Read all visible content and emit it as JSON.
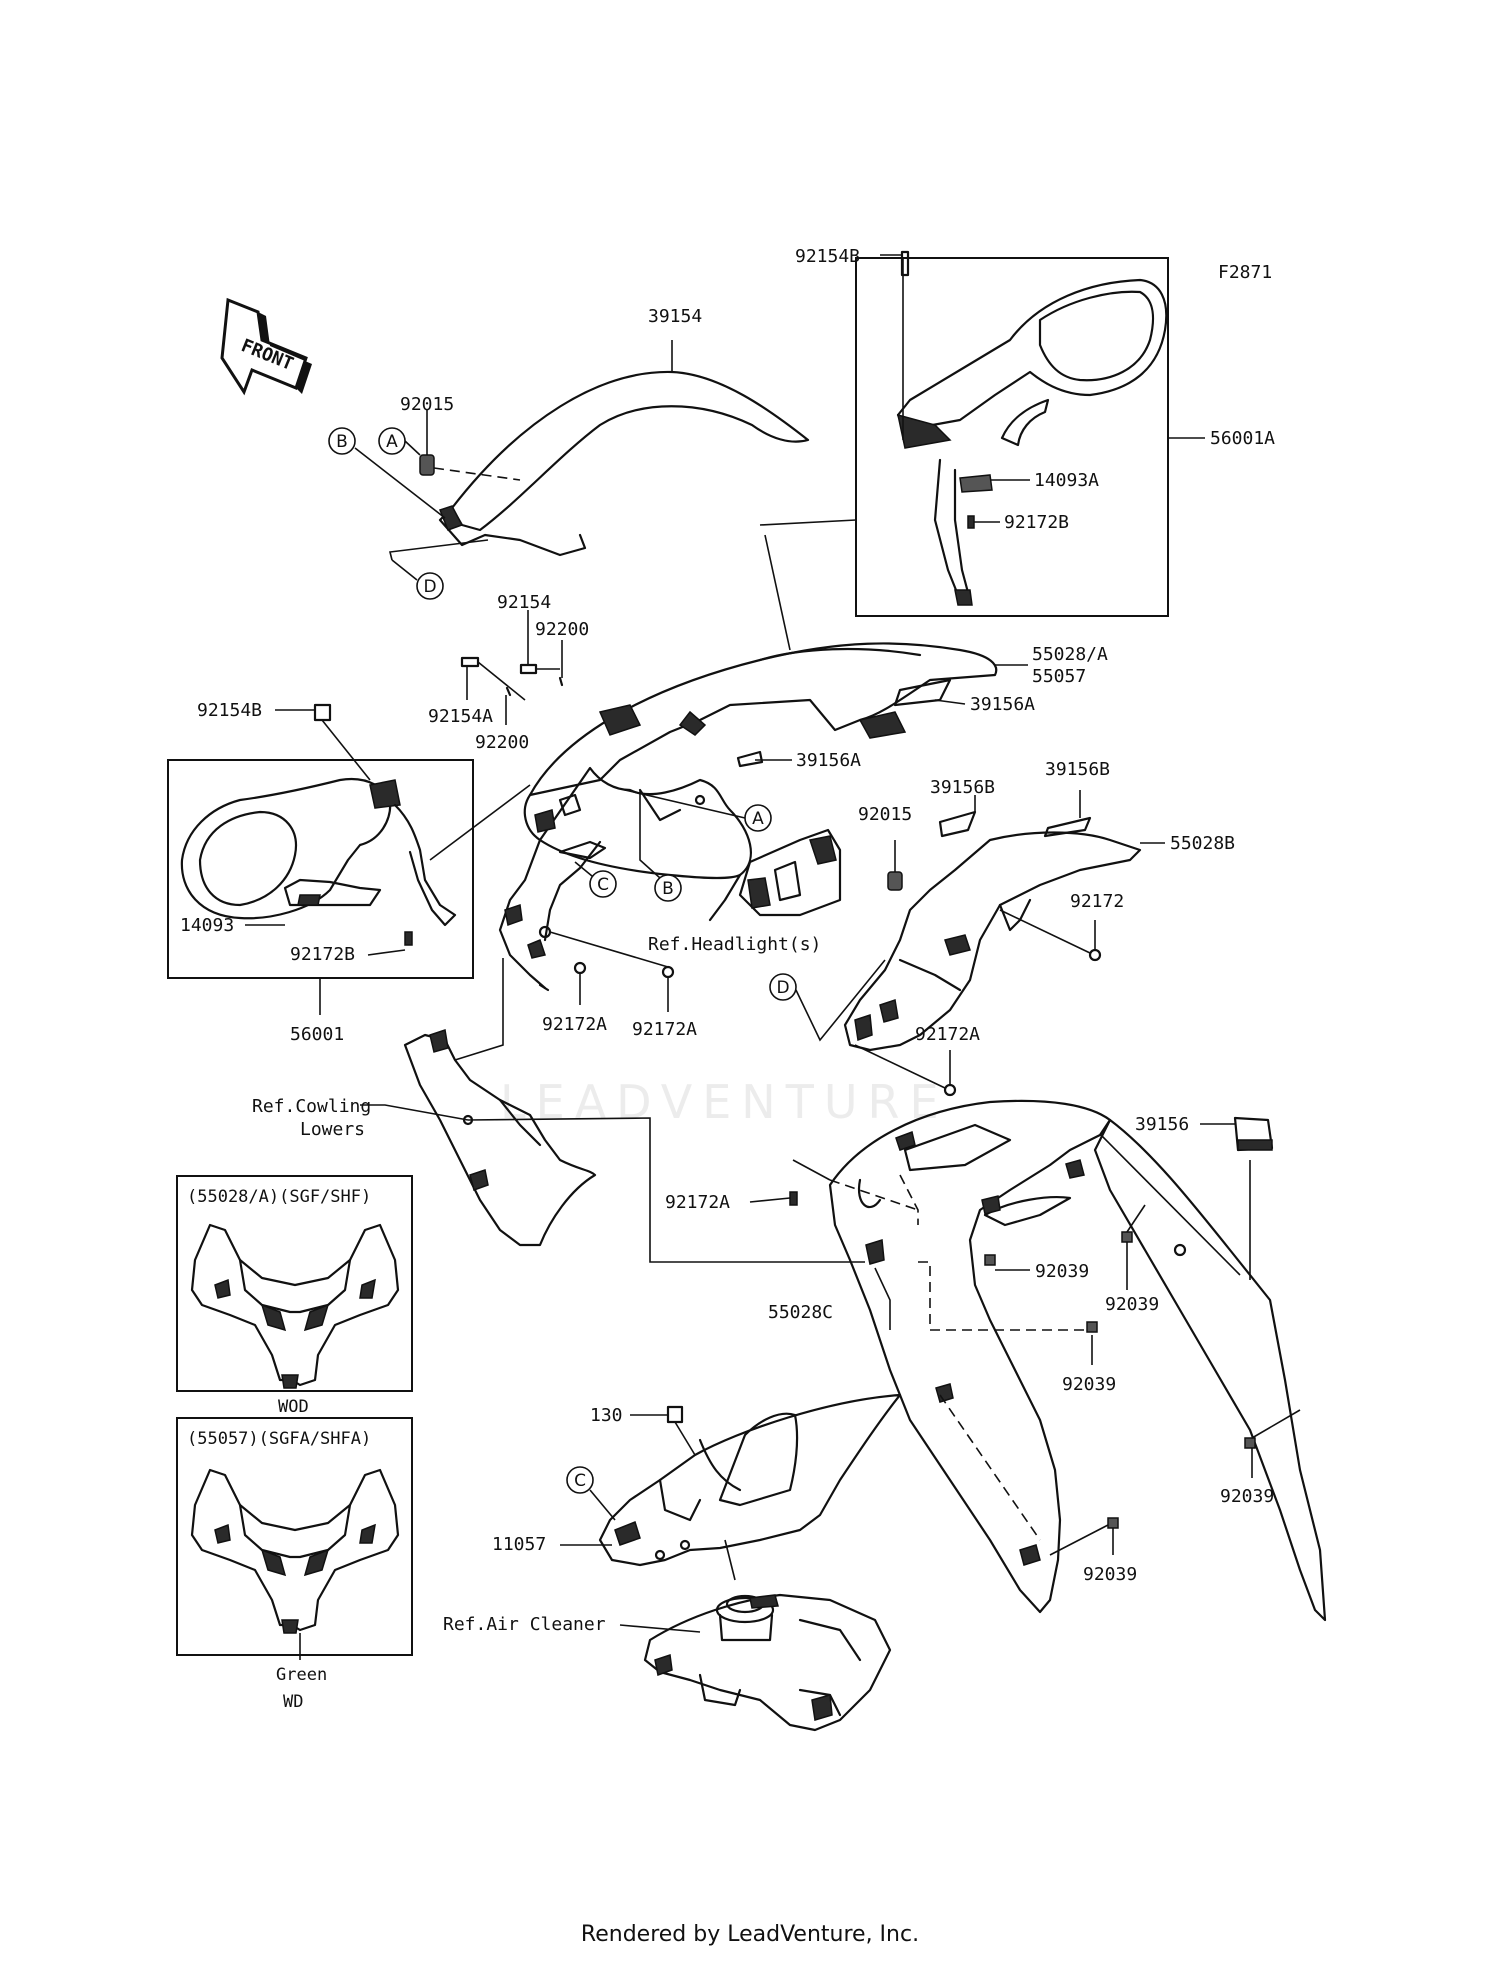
{
  "diagram": {
    "figure_code": "F2871",
    "front_arrow": "FRONT",
    "watermark": "LEADVENTURE",
    "footer": "Rendered by LeadVenture, Inc.",
    "callouts": [
      "A",
      "B",
      "C",
      "D"
    ],
    "labels": {
      "p39154": "39154",
      "p92015_left": "92015",
      "p92154B_top": "92154B",
      "p56001A": "56001A",
      "p14093A": "14093A",
      "p92172B_top": "92172B",
      "p92154": "92154",
      "p92200_top": "92200",
      "p55028A": "55028/A",
      "p55057": "55057",
      "p39156A_1": "39156A",
      "p39156A_2": "39156A",
      "p92154A": "92154A",
      "p92200_low": "92200",
      "p92154B_left": "92154B",
      "p14093": "14093",
      "p92172B_left": "92172B",
      "p56001": "56001",
      "p39156B_1": "39156B",
      "p39156B_2": "39156B",
      "p92015_right": "92015",
      "p55028B": "55028B",
      "p92172": "92172",
      "ref_headlight": "Ref.Headlight(s)",
      "p92172A_1": "92172A",
      "p92172A_2": "92172A",
      "p92172A_3": "92172A",
      "p92172A_4": "92172A",
      "ref_cowling_1": "Ref.Cowling",
      "ref_cowling_2": "Lowers",
      "p39156": "39156",
      "p92039_1": "92039",
      "p92039_2": "92039",
      "p92039_3": "92039",
      "p92039_4": "92039",
      "p92039_5": "92039",
      "p55028C": "55028C",
      "p130": "130",
      "p11057": "11057",
      "ref_air_cleaner": "Ref.Air Cleaner"
    },
    "variant_1": {
      "title": "(55028/A)(SGF/SHF)",
      "code": "WOD"
    },
    "variant_2": {
      "title": "(55057)(SGFA/SHFA)",
      "color": "Green",
      "code": "WD"
    }
  }
}
